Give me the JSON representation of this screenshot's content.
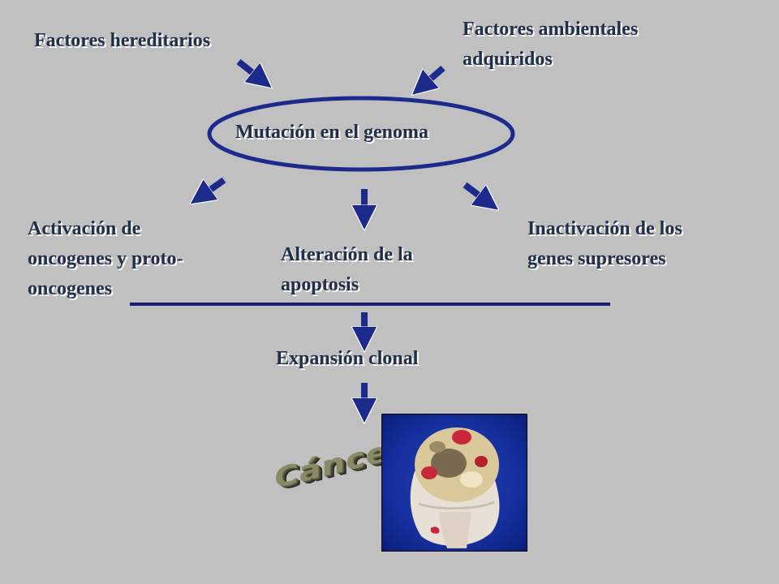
{
  "nodes": {
    "hereditary": "Factores hereditarios",
    "environmental_line1": "Factores ambientales",
    "environmental_line2": "adquiridos",
    "mutation": "Mutación en el genoma",
    "oncogenes_line1": "Activación de",
    "oncogenes_line2": "oncogenes y proto-",
    "oncogenes_line3": "oncogenes",
    "apoptosis_line1": "Alteración de la",
    "apoptosis_line2": "apoptosis",
    "suppressors_line1": "Inactivación de los",
    "suppressors_line2": "genes supresores",
    "expansion": "Expansión clonal",
    "cancer": "Cáncer"
  },
  "colors": {
    "background": "#c0c0c0",
    "text": "#20304a",
    "arrow": "#1c2a8c",
    "ellipse": "#1c2a8c",
    "divider": "#1a1a6e"
  }
}
